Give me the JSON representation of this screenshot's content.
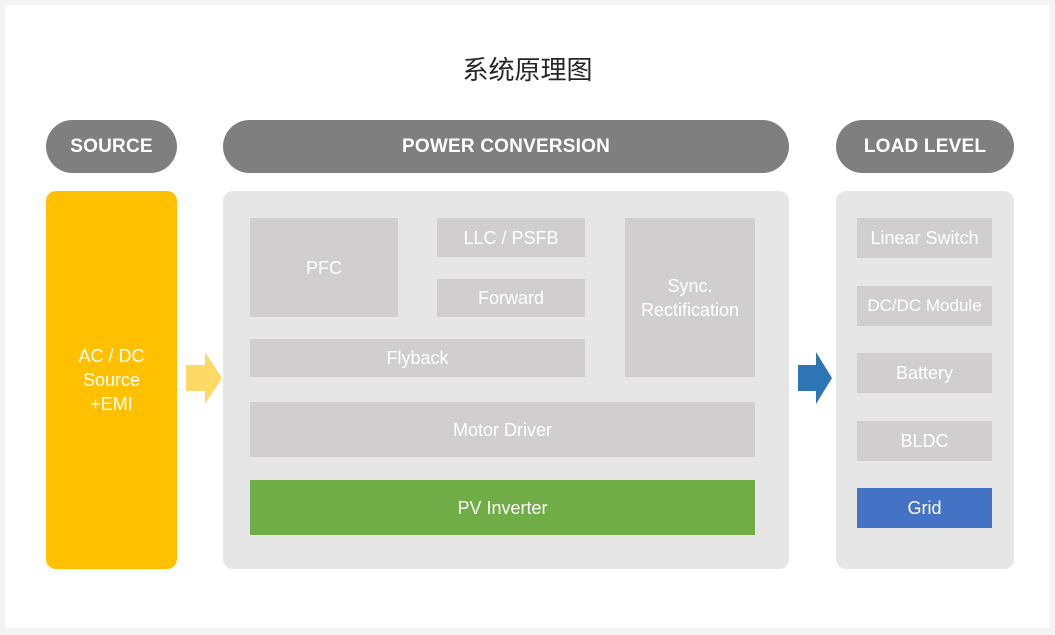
{
  "title": "系统原理图",
  "columns": {
    "source": "SOURCE",
    "conversion": "POWER CONVERSION",
    "load": "LOAD LEVEL"
  },
  "source_block": {
    "line1": "AC / DC",
    "line2": "Source",
    "line3": "+EMI"
  },
  "conversion_blocks": {
    "pfc": "PFC",
    "llc": "LLC / PSFB",
    "forward": "Forward",
    "sync_line1": "Sync.",
    "sync_line2": "Rectification",
    "flyback": "Flyback",
    "motor": "Motor Driver",
    "pv": "PV Inverter"
  },
  "load_blocks": {
    "linear": "Linear Switch",
    "dcdc": "DC/DC Module",
    "battery": "Battery",
    "bldc": "BLDC",
    "grid": "Grid"
  },
  "colors": {
    "source": "#ffc000",
    "header": "#7f7f7f",
    "block": "#d0cece",
    "pv": "#70ad47",
    "grid": "#4472c4",
    "arrow_in": "#ffd966",
    "arrow_out": "#2e75b6"
  }
}
